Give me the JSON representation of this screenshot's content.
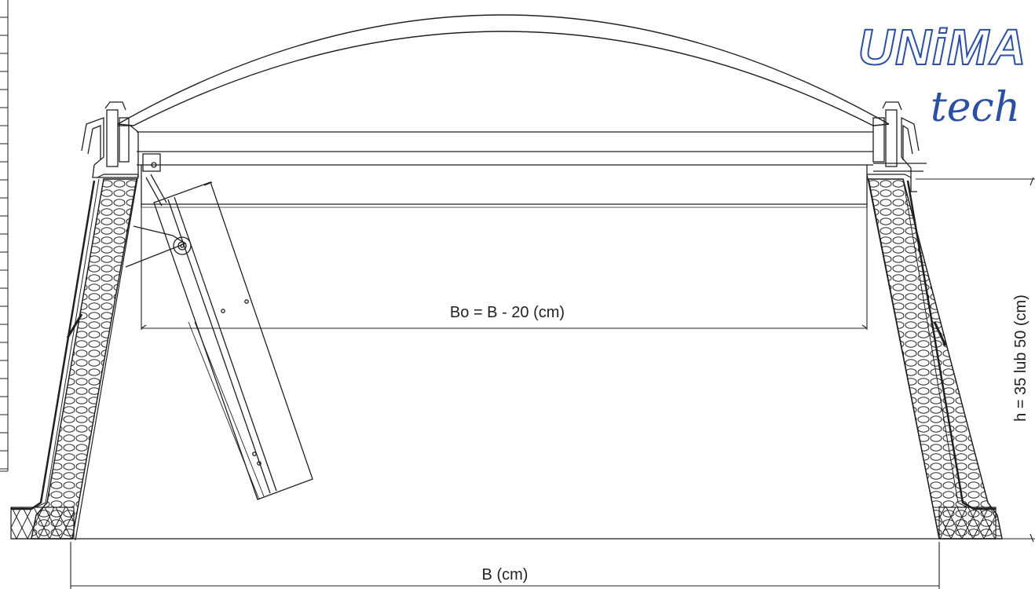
{
  "brand": {
    "logo_line1": "UNiMA",
    "logo_line2": "tech",
    "color": "#2b4fa3"
  },
  "dimensions": {
    "inner_width": "Bo = B - 20 (cm)",
    "outer_width": "B (cm)",
    "height": "h = 35 lub 50 (cm)"
  },
  "colors": {
    "line": "#231f20",
    "background": "#ffffff"
  }
}
